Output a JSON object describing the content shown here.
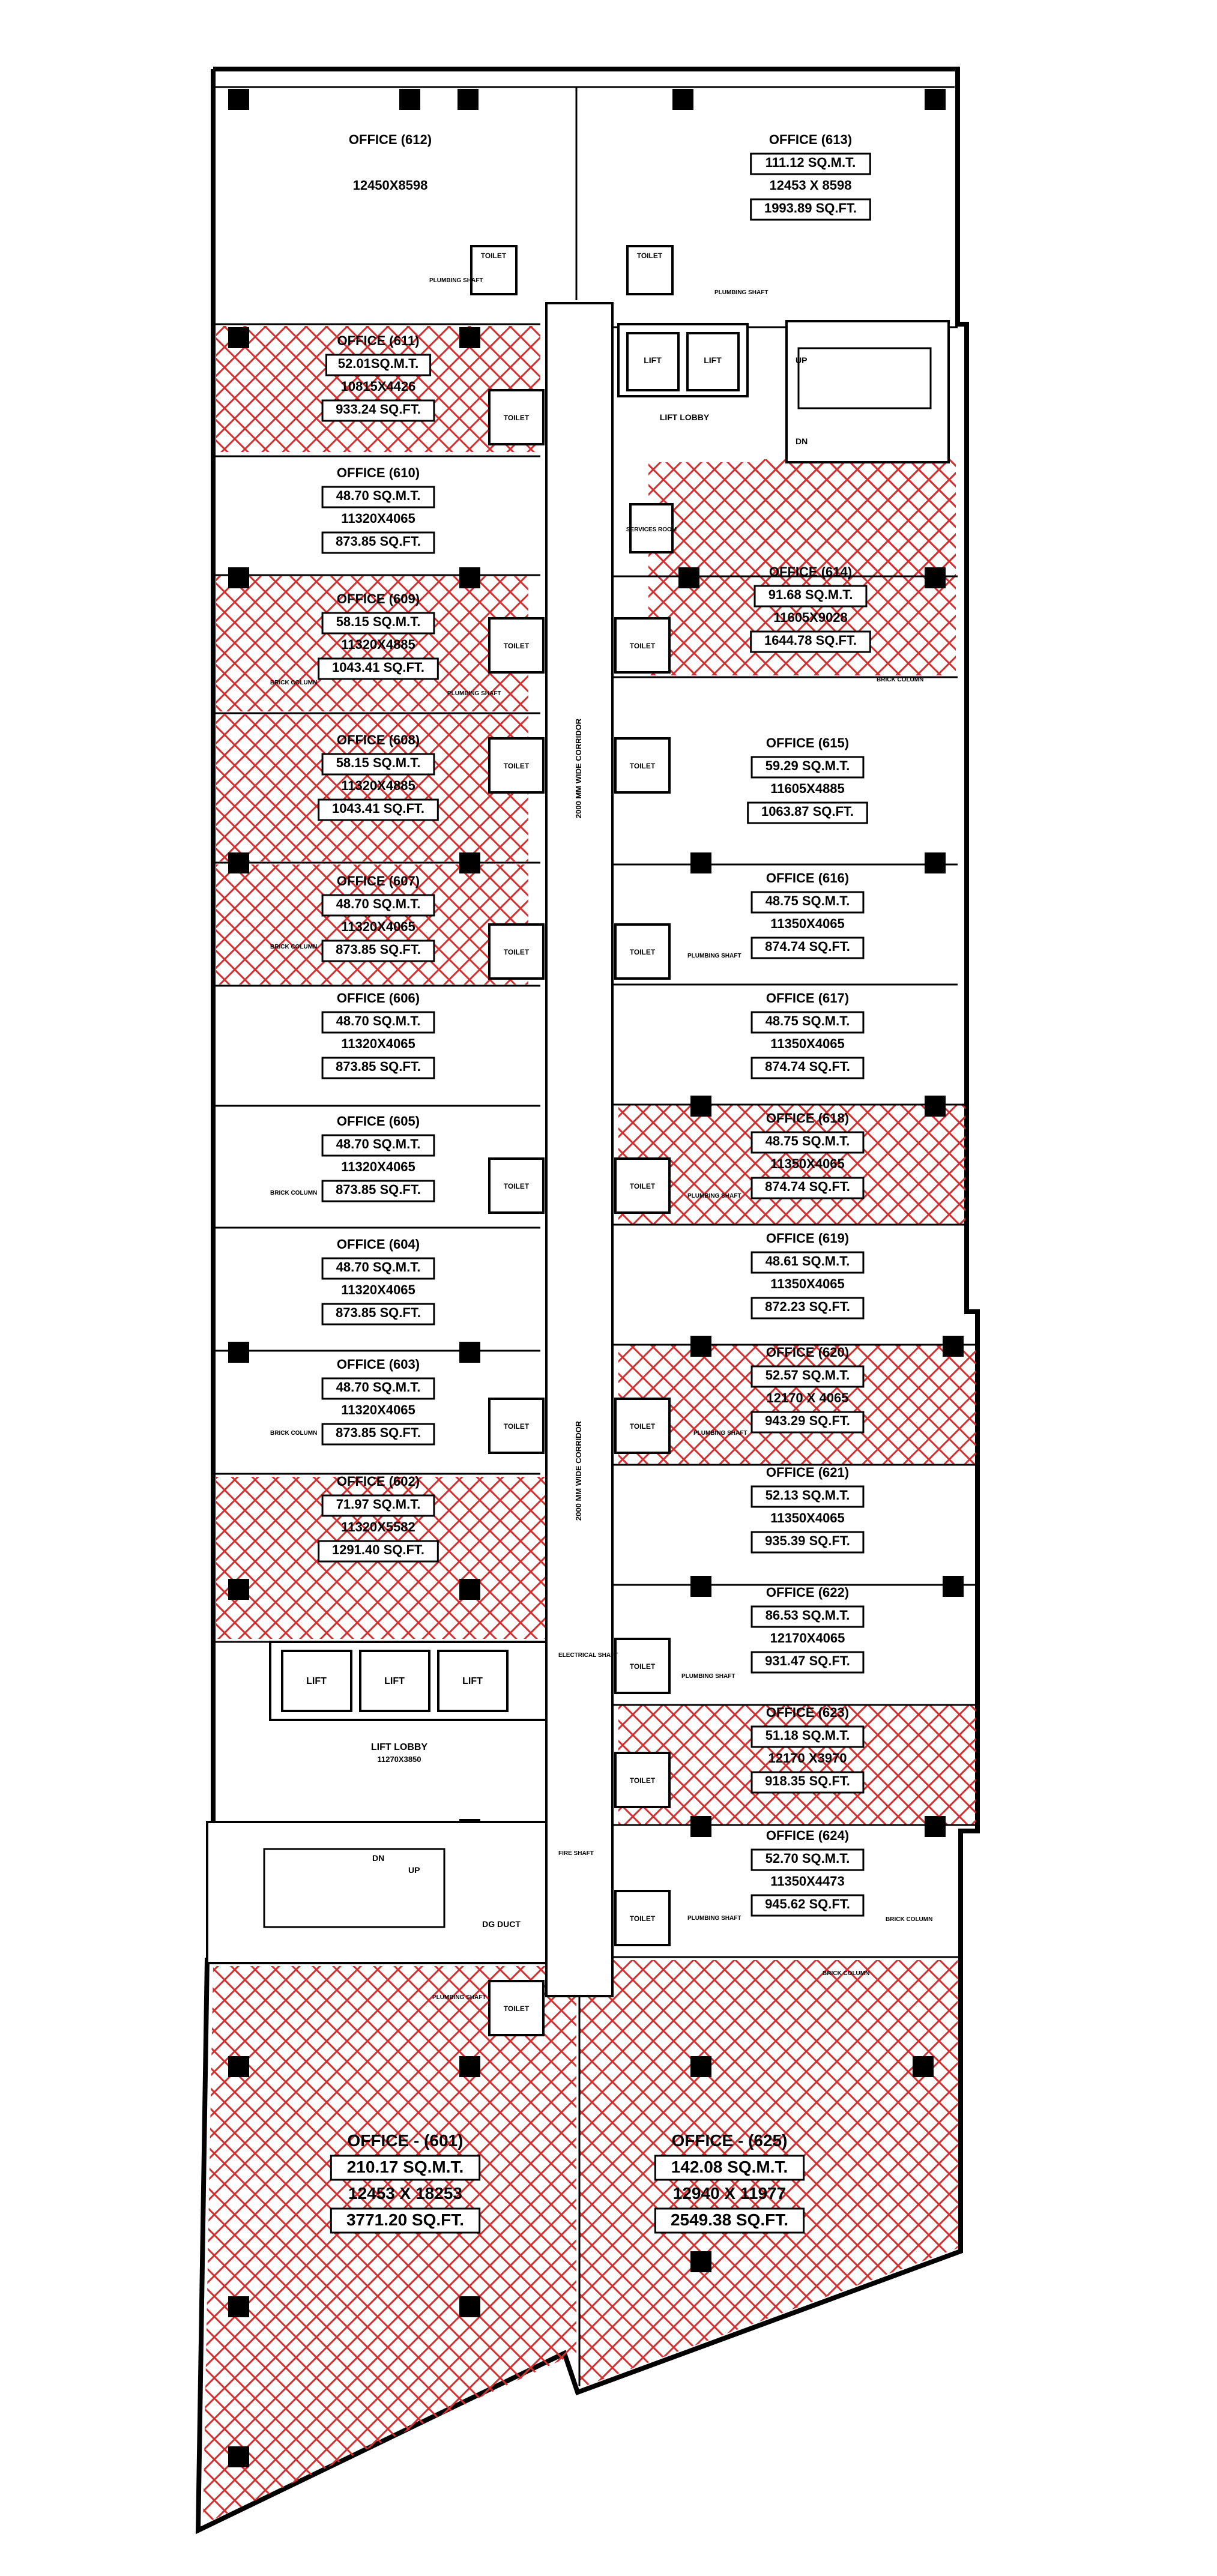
{
  "colors": {
    "hatch": "#d23030",
    "line": "#000000",
    "background": "#ffffff"
  },
  "units": [
    {
      "id": "612",
      "name": "OFFICE (612)",
      "area_sqm": "",
      "dims": "12450X8598",
      "area_sqft": "",
      "hatched": false
    },
    {
      "id": "613",
      "name": "OFFICE (613)",
      "area_sqm": "111.12 SQ.M.T.",
      "dims": "12453 X 8598",
      "area_sqft": "1993.89 SQ.FT.",
      "hatched": false
    },
    {
      "id": "611",
      "name": "OFFICE (611)",
      "area_sqm": "52.01SQ.M.T.",
      "dims": "10815X4426",
      "area_sqft": "933.24 SQ.FT.",
      "hatched": true
    },
    {
      "id": "610",
      "name": "OFFICE (610)",
      "area_sqm": "48.70 SQ.M.T.",
      "dims": "11320X4065",
      "area_sqft": "873.85 SQ.FT.",
      "hatched": false
    },
    {
      "id": "609",
      "name": "OFFICE (609)",
      "area_sqm": "58.15 SQ.M.T.",
      "dims": "11320X4885",
      "area_sqft": "1043.41 SQ.FT.",
      "hatched": true
    },
    {
      "id": "608",
      "name": "OFFICE (608)",
      "area_sqm": "58.15 SQ.M.T.",
      "dims": "11320X4885",
      "area_sqft": "1043.41 SQ.FT.",
      "hatched": true
    },
    {
      "id": "607",
      "name": "OFFICE (607)",
      "area_sqm": "48.70 SQ.M.T.",
      "dims": "11320X4065",
      "area_sqft": "873.85 SQ.FT.",
      "hatched": true
    },
    {
      "id": "606",
      "name": "OFFICE (606)",
      "area_sqm": "48.70 SQ.M.T.",
      "dims": "11320X4065",
      "area_sqft": "873.85 SQ.FT.",
      "hatched": false
    },
    {
      "id": "605",
      "name": "OFFICE (605)",
      "area_sqm": "48.70 SQ.M.T.",
      "dims": "11320X4065",
      "area_sqft": "873.85 SQ.FT.",
      "hatched": false
    },
    {
      "id": "604",
      "name": "OFFICE (604)",
      "area_sqm": "48.70 SQ.M.T.",
      "dims": "11320X4065",
      "area_sqft": "873.85 SQ.FT.",
      "hatched": false
    },
    {
      "id": "603",
      "name": "OFFICE (603)",
      "area_sqm": "48.70 SQ.M.T.",
      "dims": "11320X4065",
      "area_sqft": "873.85 SQ.FT.",
      "hatched": false
    },
    {
      "id": "602",
      "name": "OFFICE (602)",
      "area_sqm": "71.97 SQ.M.T.",
      "dims": "11320X5582",
      "area_sqft": "1291.40 SQ.FT.",
      "hatched": true
    },
    {
      "id": "614",
      "name": "OFFICE (614)",
      "area_sqm": "91.68 SQ.M.T.",
      "dims": "11605X9028",
      "area_sqft": "1644.78 SQ.FT.",
      "hatched": true
    },
    {
      "id": "615",
      "name": "OFFICE (615)",
      "area_sqm": "59.29 SQ.M.T.",
      "dims": "11605X4885",
      "area_sqft": "1063.87 SQ.FT.",
      "hatched": false
    },
    {
      "id": "616",
      "name": "OFFICE (616)",
      "area_sqm": "48.75 SQ.M.T.",
      "dims": "11350X4065",
      "area_sqft": "874.74 SQ.FT.",
      "hatched": false
    },
    {
      "id": "617",
      "name": "OFFICE (617)",
      "area_sqm": "48.75 SQ.M.T.",
      "dims": "11350X4065",
      "area_sqft": "874.74 SQ.FT.",
      "hatched": false
    },
    {
      "id": "618",
      "name": "OFFICE (618)",
      "area_sqm": "48.75 SQ.M.T.",
      "dims": "11350X4065",
      "area_sqft": "874.74 SQ.FT.",
      "hatched": true
    },
    {
      "id": "619",
      "name": "OFFICE (619)",
      "area_sqm": "48.61 SQ.M.T.",
      "dims": "11350X4065",
      "area_sqft": "872.23 SQ.FT.",
      "hatched": false
    },
    {
      "id": "620",
      "name": "OFFICE (620)",
      "area_sqm": "52.57 SQ.M.T.",
      "dims": "12170 X 4065",
      "area_sqft": "943.29 SQ.FT.",
      "hatched": true
    },
    {
      "id": "621",
      "name": "OFFICE (621)",
      "area_sqm": "52.13 SQ.M.T.",
      "dims": "11350X4065",
      "area_sqft": "935.39 SQ.FT.",
      "hatched": false
    },
    {
      "id": "622",
      "name": "OFFICE (622)",
      "area_sqm": "86.53 SQ.M.T.",
      "dims": "12170X4065",
      "area_sqft": "931.47 SQ.FT.",
      "hatched": false
    },
    {
      "id": "623",
      "name": "OFFICE (623)",
      "area_sqm": "51.18 SQ.M.T.",
      "dims": "12170 X3970",
      "area_sqft": "918.35 SQ.FT.",
      "hatched": true
    },
    {
      "id": "624",
      "name": "OFFICE (624)",
      "area_sqm": "52.70 SQ.M.T.",
      "dims": "11350X4473",
      "area_sqft": "945.62 SQ.FT.",
      "hatched": false
    },
    {
      "id": "601",
      "name": "OFFICE - (601)",
      "area_sqm": "210.17 SQ.M.T.",
      "dims": "12453 X 18253",
      "area_sqft": "3771.20 SQ.FT.",
      "hatched": true
    },
    {
      "id": "625",
      "name": "OFFICE - (625)",
      "area_sqm": "142.08 SQ.M.T.",
      "dims": "12940 X 11977",
      "area_sqft": "2549.38 SQ.FT.",
      "hatched": true
    }
  ],
  "labels": {
    "corridor_upper": "2000 MM WIDE CORRIDOR",
    "corridor_lower": "2000 MM WIDE CORRIDOR",
    "lift_lobby_top": "LIFT LOBBY",
    "lift_lobby_bottom": "LIFT LOBBY",
    "lift_lobby_bottom_dims": "11270X3850",
    "lift": "LIFT",
    "toilet": "TOILET",
    "plumbing_shaft": "PLUMBING SHAFT",
    "electrical_shaft": "ELECTRICAL SHAFT",
    "duct_shaft": "DG DUCT",
    "services_room": "SERVICES ROOM",
    "brick_column": "BRICK COLUMN",
    "up": "UP",
    "dn": "DN",
    "fire_shaft": "FIRE SHAFT"
  }
}
